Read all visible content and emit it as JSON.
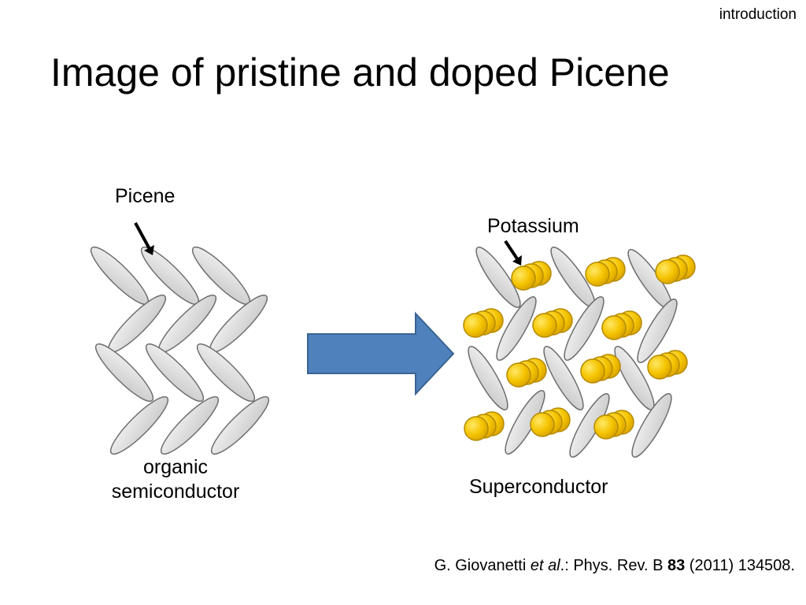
{
  "header": {
    "section": "introduction",
    "title": "Image of pristine and doped Picene"
  },
  "diagram": {
    "left_panel": {
      "pointer_label": "Picene",
      "caption_line1": "organic",
      "caption_line2": "semiconductor"
    },
    "right_panel": {
      "pointer_label": "Potassium",
      "caption": "Superconductor"
    }
  },
  "citation": {
    "authors": "G. Giovanetti ",
    "etal": "et al",
    "journal": ".: Phys.  Rev. B ",
    "volume": "83",
    "tail": " (2011)  134508."
  },
  "colors": {
    "molecule_fill": "#d9d9d9",
    "molecule_stroke": "#6e6e6e",
    "potassium_fill": "#f5c400",
    "arrow_fill": "#4f81bd",
    "arrow_stroke": "#3a6491"
  }
}
